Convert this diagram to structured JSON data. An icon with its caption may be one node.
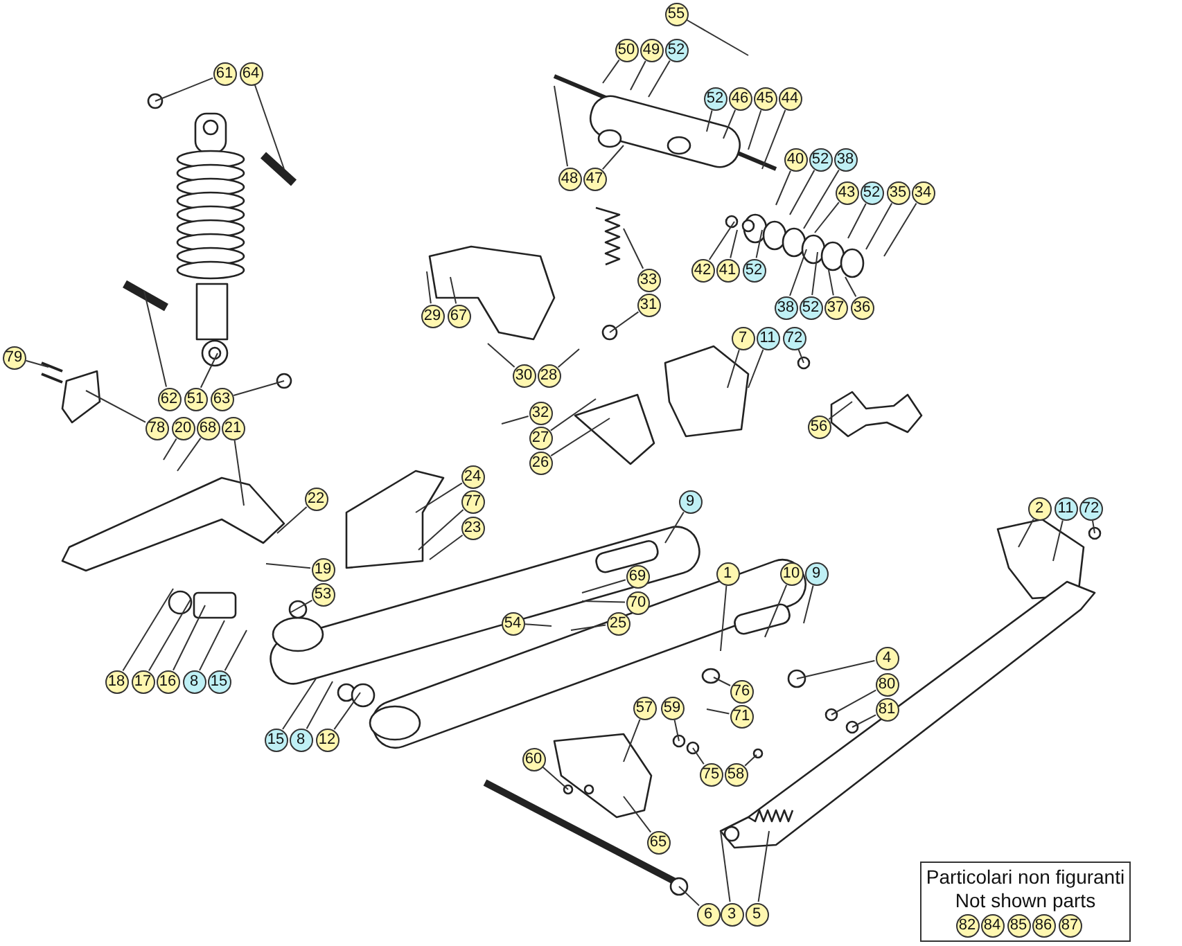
{
  "diagram": {
    "nodes": [
      {
        "text": [
          "61"
        ]
      },
      {
        "text": [
          "64"
        ]
      },
      {
        "text": [
          "62"
        ]
      },
      {
        "text": [
          "51"
        ]
      },
      {
        "text": [
          "63"
        ]
      },
      {
        "text": [
          "79"
        ]
      },
      {
        "text": [
          "78"
        ]
      },
      {
        "text": [
          "20"
        ]
      },
      {
        "text": [
          "68"
        ]
      },
      {
        "text": [
          "21"
        ]
      },
      {
        "text": [
          "22"
        ]
      },
      {
        "text": [
          "19"
        ]
      },
      {
        "text": [
          "53"
        ]
      },
      {
        "text": [
          "18"
        ]
      },
      {
        "text": [
          "17"
        ]
      },
      {
        "text": [
          "16"
        ]
      },
      {
        "text": [
          "8"
        ]
      },
      {
        "text": [
          "15"
        ]
      },
      {
        "text": [
          "15"
        ]
      },
      {
        "text": [
          "8"
        ]
      },
      {
        "text": [
          "12"
        ]
      },
      {
        "text": [
          "24"
        ]
      },
      {
        "text": [
          "77"
        ]
      },
      {
        "text": [
          "23"
        ]
      },
      {
        "text": [
          "26"
        ]
      },
      {
        "text": [
          "27"
        ]
      },
      {
        "text": [
          "32"
        ]
      },
      {
        "text": [
          "30"
        ]
      },
      {
        "text": [
          "28"
        ]
      },
      {
        "text": [
          "29"
        ]
      },
      {
        "text": [
          "67"
        ]
      },
      {
        "text": [
          "33"
        ]
      },
      {
        "text": [
          "31"
        ]
      },
      {
        "text": [
          "55"
        ]
      },
      {
        "text": [
          "50"
        ]
      },
      {
        "text": [
          "49"
        ]
      },
      {
        "text": [
          "52"
        ]
      },
      {
        "text": [
          "52"
        ]
      },
      {
        "text": [
          "46"
        ]
      },
      {
        "text": [
          "45"
        ]
      },
      {
        "text": [
          "44"
        ]
      },
      {
        "text": [
          "48"
        ]
      },
      {
        "text": [
          "47"
        ]
      },
      {
        "text": [
          "40"
        ]
      },
      {
        "text": [
          "52"
        ]
      },
      {
        "text": [
          "38"
        ]
      },
      {
        "text": [
          "43"
        ]
      },
      {
        "text": [
          "52"
        ]
      },
      {
        "text": [
          "35"
        ]
      },
      {
        "text": [
          "34"
        ]
      },
      {
        "text": [
          "42"
        ]
      },
      {
        "text": [
          "41"
        ]
      },
      {
        "text": [
          "52"
        ]
      },
      {
        "text": [
          "38"
        ]
      },
      {
        "text": [
          "52"
        ]
      },
      {
        "text": [
          "37"
        ]
      },
      {
        "text": [
          "36"
        ]
      },
      {
        "text": [
          "7"
        ]
      },
      {
        "text": [
          "11"
        ]
      },
      {
        "text": [
          "72"
        ]
      },
      {
        "text": [
          "56"
        ]
      },
      {
        "text": [
          "9"
        ]
      },
      {
        "text": [
          "1"
        ]
      },
      {
        "text": [
          "10"
        ]
      },
      {
        "text": [
          "9"
        ]
      },
      {
        "text": [
          "69"
        ]
      },
      {
        "text": [
          "70"
        ]
      },
      {
        "text": [
          "25"
        ]
      },
      {
        "text": [
          "54"
        ]
      },
      {
        "text": [
          "4"
        ]
      },
      {
        "text": [
          "80"
        ]
      },
      {
        "text": [
          "81"
        ]
      },
      {
        "text": [
          "76"
        ]
      },
      {
        "text": [
          "71"
        ]
      },
      {
        "text": [
          "57"
        ]
      },
      {
        "text": [
          "59"
        ]
      },
      {
        "text": [
          "75"
        ]
      },
      {
        "text": [
          "58"
        ]
      },
      {
        "text": [
          "60"
        ]
      },
      {
        "text": [
          "65"
        ]
      },
      {
        "text": [
          "6"
        ]
      },
      {
        "text": [
          "3"
        ]
      },
      {
        "text": [
          "5"
        ]
      },
      {
        "text": [
          "2"
        ]
      },
      {
        "text": [
          "11"
        ]
      },
      {
        "text": [
          "72"
        ]
      },
      {
        "text": [
          "Particolari non figuranti",
          "Not shown parts"
        ]
      },
      {
        "text": [
          "82"
        ],
        "in": 86
      },
      {
        "text": [
          "84"
        ],
        "in": 86
      },
      {
        "text": [
          "85"
        ],
        "in": 86
      },
      {
        "text": [
          "86"
        ],
        "in": 86
      },
      {
        "text": [
          "87"
        ],
        "in": 86
      }
    ],
    "edges": [
      {
        "from": 0,
        "to": null,
        "arrow": "none"
      },
      {
        "from": 1,
        "to": null,
        "arrow": "none"
      },
      {
        "from": 2,
        "to": null,
        "arrow": "none"
      },
      {
        "from": 3,
        "to": null,
        "arrow": "none"
      },
      {
        "from": 4,
        "to": null,
        "arrow": "none"
      },
      {
        "from": 5,
        "to": null,
        "arrow": "none"
      },
      {
        "from": 6,
        "to": null,
        "arrow": "none"
      },
      {
        "from": 7,
        "to": null,
        "arrow": "none"
      },
      {
        "from": 8,
        "to": null,
        "arrow": "none"
      },
      {
        "from": 9,
        "to": null,
        "arrow": "none"
      },
      {
        "from": 10,
        "to": null,
        "arrow": "none"
      },
      {
        "from": 11,
        "to": null,
        "arrow": "none"
      },
      {
        "from": 12,
        "to": null,
        "arrow": "none"
      },
      {
        "from": 13,
        "to": null,
        "arrow": "none"
      },
      {
        "from": 14,
        "to": null,
        "arrow": "none"
      },
      {
        "from": 15,
        "to": null,
        "arrow": "none"
      },
      {
        "from": 16,
        "to": null,
        "arrow": "none"
      },
      {
        "from": 17,
        "to": null,
        "arrow": "none"
      },
      {
        "from": 18,
        "to": null,
        "arrow": "none"
      },
      {
        "from": 19,
        "to": null,
        "arrow": "none"
      },
      {
        "from": 20,
        "to": null,
        "arrow": "none"
      },
      {
        "from": 21,
        "to": null,
        "arrow": "none"
      },
      {
        "from": 22,
        "to": null,
        "arrow": "none"
      },
      {
        "from": 23,
        "to": null,
        "arrow": "none"
      },
      {
        "from": 24,
        "to": null,
        "arrow": "none"
      },
      {
        "from": 25,
        "to": null,
        "arrow": "none"
      },
      {
        "from": 26,
        "to": null,
        "arrow": "none"
      },
      {
        "from": 27,
        "to": null,
        "arrow": "none"
      },
      {
        "from": 28,
        "to": null,
        "arrow": "none"
      },
      {
        "from": 29,
        "to": null,
        "arrow": "none"
      },
      {
        "from": 30,
        "to": null,
        "arrow": "none"
      },
      {
        "from": 31,
        "to": null,
        "arrow": "none"
      },
      {
        "from": 32,
        "to": null,
        "arrow": "none"
      },
      {
        "from": 33,
        "to": null,
        "arrow": "none"
      },
      {
        "from": 34,
        "to": null,
        "arrow": "none"
      },
      {
        "from": 35,
        "to": null,
        "arrow": "none"
      },
      {
        "from": 36,
        "to": null,
        "arrow": "none"
      },
      {
        "from": 37,
        "to": null,
        "arrow": "none"
      },
      {
        "from": 38,
        "to": null,
        "arrow": "none"
      },
      {
        "from": 39,
        "to": null,
        "arrow": "none"
      },
      {
        "from": 40,
        "to": null,
        "arrow": "none"
      },
      {
        "from": 41,
        "to": null,
        "arrow": "none"
      },
      {
        "from": 42,
        "to": null,
        "arrow": "none"
      },
      {
        "from": 43,
        "to": null,
        "arrow": "none"
      },
      {
        "from": 44,
        "to": null,
        "arrow": "none"
      },
      {
        "from": 45,
        "to": null,
        "arrow": "none"
      },
      {
        "from": 46,
        "to": null,
        "arrow": "none"
      },
      {
        "from": 47,
        "to": null,
        "arrow": "none"
      },
      {
        "from": 48,
        "to": null,
        "arrow": "none"
      },
      {
        "from": 49,
        "to": null,
        "arrow": "none"
      },
      {
        "from": 50,
        "to": null,
        "arrow": "none"
      },
      {
        "from": 51,
        "to": null,
        "arrow": "none"
      },
      {
        "from": 52,
        "to": null,
        "arrow": "none"
      },
      {
        "from": 53,
        "to": null,
        "arrow": "none"
      },
      {
        "from": 54,
        "to": null,
        "arrow": "none"
      },
      {
        "from": 55,
        "to": null,
        "arrow": "none"
      },
      {
        "from": 56,
        "to": null,
        "arrow": "none"
      },
      {
        "from": 57,
        "to": null,
        "arrow": "none"
      },
      {
        "from": 58,
        "to": null,
        "arrow": "none"
      },
      {
        "from": 59,
        "to": null,
        "arrow": "none"
      },
      {
        "from": 60,
        "to": null,
        "arrow": "none"
      },
      {
        "from": 61,
        "to": null,
        "arrow": "none"
      },
      {
        "from": 62,
        "to": null,
        "arrow": "none"
      },
      {
        "from": 63,
        "to": null,
        "arrow": "none"
      },
      {
        "from": 64,
        "to": null,
        "arrow": "none"
      },
      {
        "from": 65,
        "to": null,
        "arrow": "none"
      },
      {
        "from": 66,
        "to": null,
        "arrow": "none"
      },
      {
        "from": 67,
        "to": null,
        "arrow": "none"
      },
      {
        "from": 68,
        "to": null,
        "arrow": "none"
      },
      {
        "from": 69,
        "to": null,
        "arrow": "none"
      },
      {
        "from": 70,
        "to": null,
        "arrow": "none"
      },
      {
        "from": 71,
        "to": null,
        "arrow": "none"
      },
      {
        "from": 72,
        "to": null,
        "arrow": "none"
      },
      {
        "from": 73,
        "to": null,
        "arrow": "none"
      },
      {
        "from": 74,
        "to": null,
        "arrow": "none"
      },
      {
        "from": 75,
        "to": null,
        "arrow": "none"
      },
      {
        "from": 76,
        "to": null,
        "arrow": "none"
      },
      {
        "from": 77,
        "to": null,
        "arrow": "none"
      },
      {
        "from": 78,
        "to": null,
        "arrow": "none"
      },
      {
        "from": 79,
        "to": null,
        "arrow": "none"
      },
      {
        "from": 80,
        "to": null,
        "arrow": "none"
      },
      {
        "from": 81,
        "to": null,
        "arrow": "none"
      },
      {
        "from": 82,
        "to": null,
        "arrow": "none"
      },
      {
        "from": 83,
        "to": null,
        "arrow": "none"
      },
      {
        "from": 84,
        "to": null,
        "arrow": "none"
      },
      {
        "from": 85,
        "to": null,
        "arrow": "none"
      }
    ]
  }
}
